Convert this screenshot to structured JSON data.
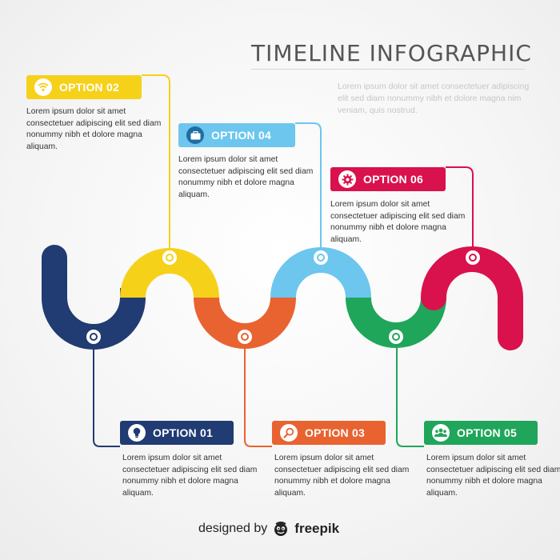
{
  "title": "TIMELINE INFOGRAPHIC",
  "intro": "Lorem ipsum dolor sit amet consectetuer adipiscing elit sed diam nonummy nibh et dolore magna nim veniam, quis nostrud.",
  "colors": {
    "opt01": "#213b73",
    "opt02": "#f6d11a",
    "opt03": "#e86330",
    "opt04": "#6cc6ee",
    "opt05": "#1fa65a",
    "opt06": "#d9114d"
  },
  "options": {
    "opt01": {
      "label": "OPTION 01",
      "icon": "lightbulb-icon",
      "text": "Lorem ipsum dolor sit amet consectetuer adipiscing elit sed diam nonummy nibh et dolore magna aliquam."
    },
    "opt02": {
      "label": "OPTION 02",
      "icon": "wifi-icon",
      "text": "Lorem ipsum dolor sit amet consectetuer adipiscing elit sed diam nonummy nibh et dolore magna aliquam."
    },
    "opt03": {
      "label": "OPTION 03",
      "icon": "search-icon",
      "text": "Lorem ipsum dolor sit amet consectetuer adipiscing elit sed diam nonummy nibh et dolore magna aliquam."
    },
    "opt04": {
      "label": "OPTION 04",
      "icon": "briefcase-icon",
      "text": "Lorem ipsum dolor sit amet consectetuer adipiscing elit sed diam nonummy nibh et dolore magna aliquam."
    },
    "opt05": {
      "label": "OPTION 05",
      "icon": "team-icon",
      "text": "Lorem ipsum dolor sit amet consectetuer adipiscing elit sed diam nonummy nibh et dolore magna aliquam."
    },
    "opt06": {
      "label": "OPTION 06",
      "icon": "gear-icon",
      "text": "Lorem ipsum dolor sit amet consectetuer adipiscing elit sed diam nonummy nibh et dolore magna aliquam."
    }
  },
  "credit": {
    "prefix": "designed by",
    "brand": "freepik"
  }
}
